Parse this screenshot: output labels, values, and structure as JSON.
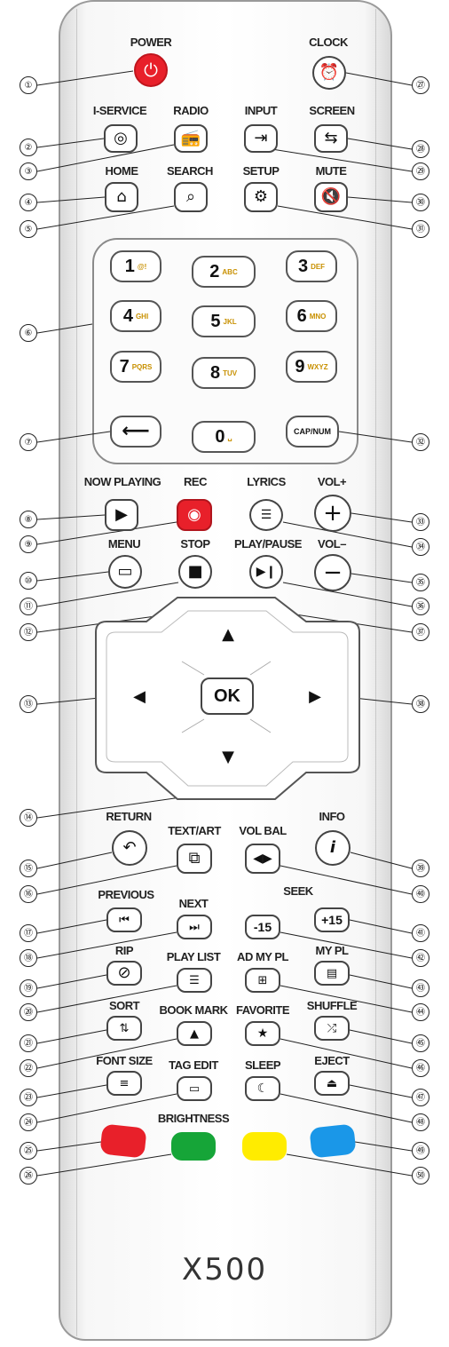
{
  "model": "X500",
  "colors": {
    "red": "#e8202a",
    "green": "#16a538",
    "yellow": "#ffec00",
    "blue": "#1a97e8",
    "power": "#e8202a",
    "rec": "#e8202a"
  },
  "labels": {
    "power": "POWER",
    "clock": "CLOCK",
    "iservice": "I-SERVICE",
    "radio": "RADIO",
    "input": "INPUT",
    "screen": "SCREEN",
    "home": "HOME",
    "search": "SEARCH",
    "setup": "SETUP",
    "mute": "MUTE",
    "now_playing": "NOW PLAYING",
    "rec": "REC",
    "lyrics": "LYRICS",
    "vol_up": "VOL+",
    "menu": "MENU",
    "stop": "STOP",
    "play_pause": "PLAY/PAUSE",
    "vol_down": "VOL–",
    "ok": "OK",
    "return": "RETURN",
    "text_art": "TEXT/ART",
    "vol_bal": "VOL BAL",
    "info": "INFO",
    "previous": "PREVIOUS",
    "next": "NEXT",
    "seek": "SEEK",
    "rip": "RIP",
    "play_list": "PLAY LIST",
    "ad_my_pl": "AD MY PL",
    "my_pl": "MY PL",
    "sort": "SORT",
    "book_mark": "BOOK MARK",
    "favorite": "FAVORITE",
    "shuffle": "SHUFFLE",
    "font_size": "FONT SIZE",
    "tag_edit": "TAG EDIT",
    "sleep": "SLEEP",
    "eject": "EJECT",
    "brightness": "BRIGHTNESS",
    "cap_num": "CAP/NUM",
    "seek_minus": "-15",
    "seek_plus": "+15"
  },
  "numpad": [
    {
      "n": "1",
      "sub": "@!"
    },
    {
      "n": "2",
      "sub": "ABC"
    },
    {
      "n": "3",
      "sub": "DEF"
    },
    {
      "n": "4",
      "sub": "GHI"
    },
    {
      "n": "5",
      "sub": "JKL"
    },
    {
      "n": "6",
      "sub": "MNO"
    },
    {
      "n": "7",
      "sub": "PQRS"
    },
    {
      "n": "8",
      "sub": "TUV"
    },
    {
      "n": "9",
      "sub": "WXYZ"
    },
    {
      "n": "0",
      "sub": "␣"
    }
  ],
  "callouts": [
    "①",
    "②",
    "③",
    "④",
    "⑤",
    "⑥",
    "⑦",
    "⑧",
    "⑨",
    "⑩",
    "⑪",
    "⑫",
    "⑬",
    "⑭",
    "⑮",
    "⑯",
    "⑰",
    "⑱",
    "⑲",
    "⑳",
    "㉑",
    "㉒",
    "㉓",
    "㉔",
    "㉕",
    "㉖",
    "㉗",
    "㉘",
    "㉙",
    "㉚",
    "㉛",
    "㉜",
    "㉝",
    "㉞",
    "㉟",
    "㊱",
    "㊲",
    "㊳",
    "㊴",
    "㊵",
    "㊶",
    "㊷",
    "㊸",
    "㊹",
    "㊺",
    "㊻",
    "㊼",
    "㊽",
    "㊾",
    "㊿"
  ]
}
